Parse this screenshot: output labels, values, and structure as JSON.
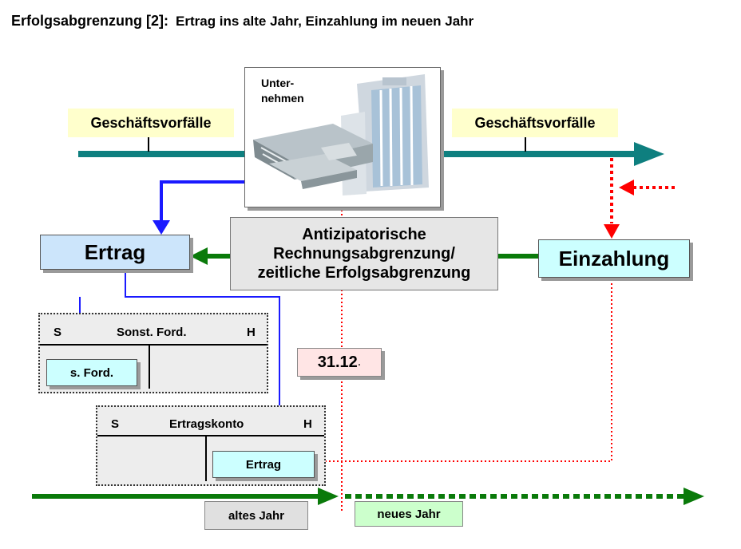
{
  "title": {
    "prefix": "Erfolgsabgrenzung [2]:",
    "subtitle": "Ertrag ins alte Jahr, Einzahlung im neuen Jahr"
  },
  "company": {
    "label": "Unter-\nnehmen"
  },
  "business_left": "Geschäftsvorfälle",
  "business_right": "Geschäftsvorfälle",
  "ertrag_box": "Ertrag",
  "einzahlung_box": "Einzahlung",
  "center_box": "Antizipatorische\nRechnungsabgrenzung/\nzeitliche Erfolgsabgrenzung",
  "date_box": {
    "day": "31.12",
    "dot": "."
  },
  "account_sonst": {
    "s": "S",
    "name": "Sonst. Ford.",
    "h": "H",
    "entry": "s. Ford."
  },
  "account_ertrag": {
    "s": "S",
    "name": "Ertragskonto",
    "h": "H",
    "entry": "Ertrag"
  },
  "year_old": "altes Jahr",
  "year_new": "neues Jahr",
  "colors": {
    "teal": "#0e7f7f",
    "green": "#0a7a0a",
    "blue": "#1a1aff",
    "red": "#ff0000",
    "label_yellow": "#ffffcc",
    "ertrag_blue": "#cce5fb",
    "einzahlung_cyan": "#ccffff",
    "date_pink": "#ffe5e5",
    "grey_box": "#e6e6e6",
    "new_year_green": "#ccffcc",
    "old_year_grey": "#e0e0e0"
  }
}
